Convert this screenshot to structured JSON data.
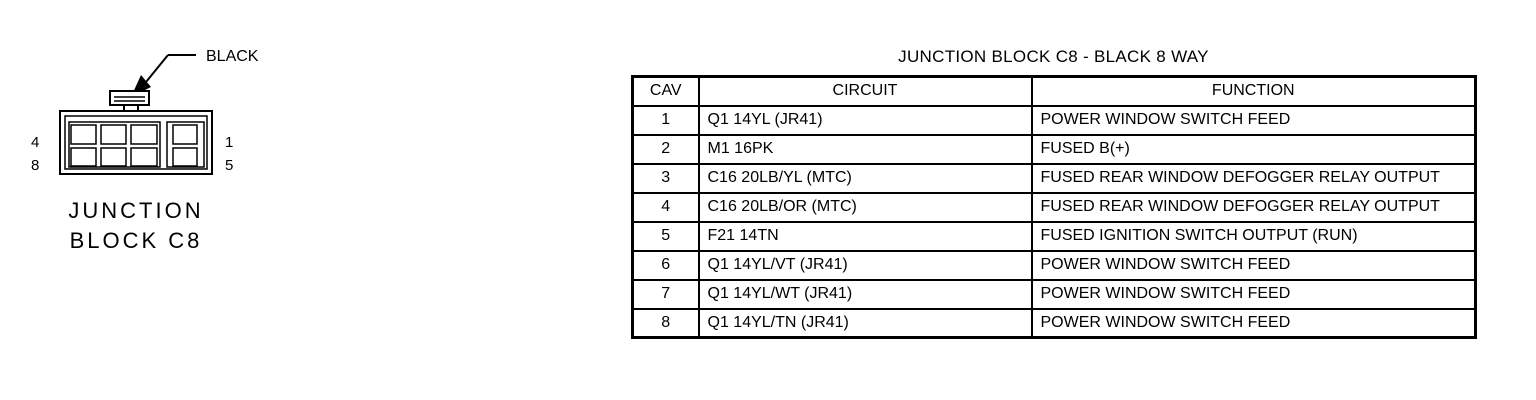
{
  "connector": {
    "color_callout": "BLACK",
    "pin_top_left": "4",
    "pin_bottom_left": "8",
    "pin_top_right": "1",
    "pin_bottom_right": "5",
    "name_line1": "JUNCTION",
    "name_line2": "BLOCK C8"
  },
  "table": {
    "title": "JUNCTION BLOCK C8 - BLACK 8 WAY",
    "headers": {
      "cav": "CAV",
      "circuit": "CIRCUIT",
      "function": "FUNCTION"
    },
    "rows": [
      {
        "cav": "1",
        "circuit": "Q1 14YL (JR41)",
        "function": "POWER WINDOW SWITCH FEED"
      },
      {
        "cav": "2",
        "circuit": "M1 16PK",
        "function": "FUSED B(+)"
      },
      {
        "cav": "3",
        "circuit": "C16 20LB/YL (MTC)",
        "function": "FUSED REAR WINDOW DEFOGGER RELAY OUTPUT"
      },
      {
        "cav": "4",
        "circuit": "C16 20LB/OR (MTC)",
        "function": "FUSED REAR WINDOW DEFOGGER RELAY OUTPUT"
      },
      {
        "cav": "5",
        "circuit": "F21 14TN",
        "function": "FUSED IGNITION SWITCH OUTPUT (RUN)"
      },
      {
        "cav": "6",
        "circuit": "Q1 14YL/VT (JR41)",
        "function": "POWER WINDOW SWITCH FEED"
      },
      {
        "cav": "7",
        "circuit": "Q1 14YL/WT (JR41)",
        "function": "POWER WINDOW SWITCH FEED"
      },
      {
        "cav": "8",
        "circuit": "Q1 14YL/TN (JR41)",
        "function": "POWER WINDOW SWITCH FEED"
      }
    ]
  }
}
